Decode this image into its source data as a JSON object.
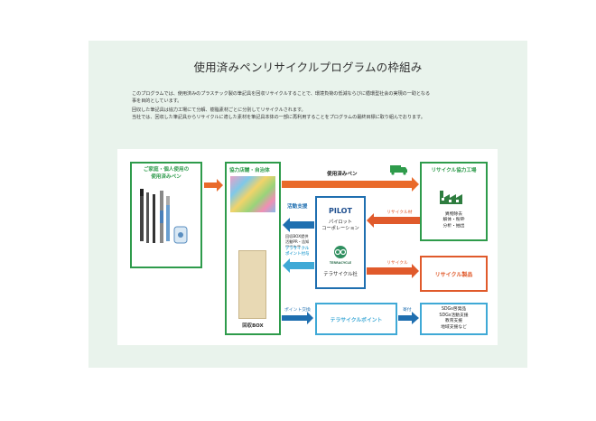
{
  "title": "使用済みペンリサイクルプログラムの枠組み",
  "intro": [
    "このプログラムでは、使用済みのプラスチック製の筆記具を回収リサイクルすることで、環境負荷の低減ならびに循環型社会の実現の一助となる",
    "事を目的としています。",
    "回収した筆記具は協力工場にて分解、樹脂素材ごとに分別してリサイクルされます。",
    "当社では、回収した筆記具からリサイクルに適した素材を筆記具本体の一部に再利用することをプログラムの最終目標に取り組んでおります。"
  ],
  "boxes": {
    "household": "ご家庭・個人使用の\n使用済みペン",
    "stores": "協力店舗・自治体",
    "collection_box_label": "回収BOX",
    "factory": "リサイクル協力工場",
    "factory_tasks": "異物除去\n解体・粉砕\n分析・抽出",
    "pilot_logo": "PILOT",
    "pilot_name": "パイロット\nコーポレーション",
    "terracycle_logo": "TERRACYCLE",
    "terracycle_name": "テラサイクル社",
    "recycled_products": "リサイクル製品",
    "points": "テラサイクルポイント",
    "donation_uses": "SDGs啓発品\nSDGs活動支援\n教育支援\n地域支援など"
  },
  "arrows": {
    "used_pen": "使用済みペン",
    "activity_support": "活動支援",
    "activity_support_detail": "回収BOX提供\n活動PR・告知\n回収作業",
    "terracycle_points": "テラサイクル\nポイント付与",
    "recycled_material": "リサイクル材",
    "recycle": "リサイクル",
    "point_exchange": "ポイント交換",
    "donation": "寄付"
  },
  "colors": {
    "green": "#2e9b4b",
    "blue": "#1f6fb0",
    "cyan": "#3fa9d6",
    "orange": "#e96a2a",
    "red": "#e05a2b",
    "panel": "#e9f3ec"
  }
}
